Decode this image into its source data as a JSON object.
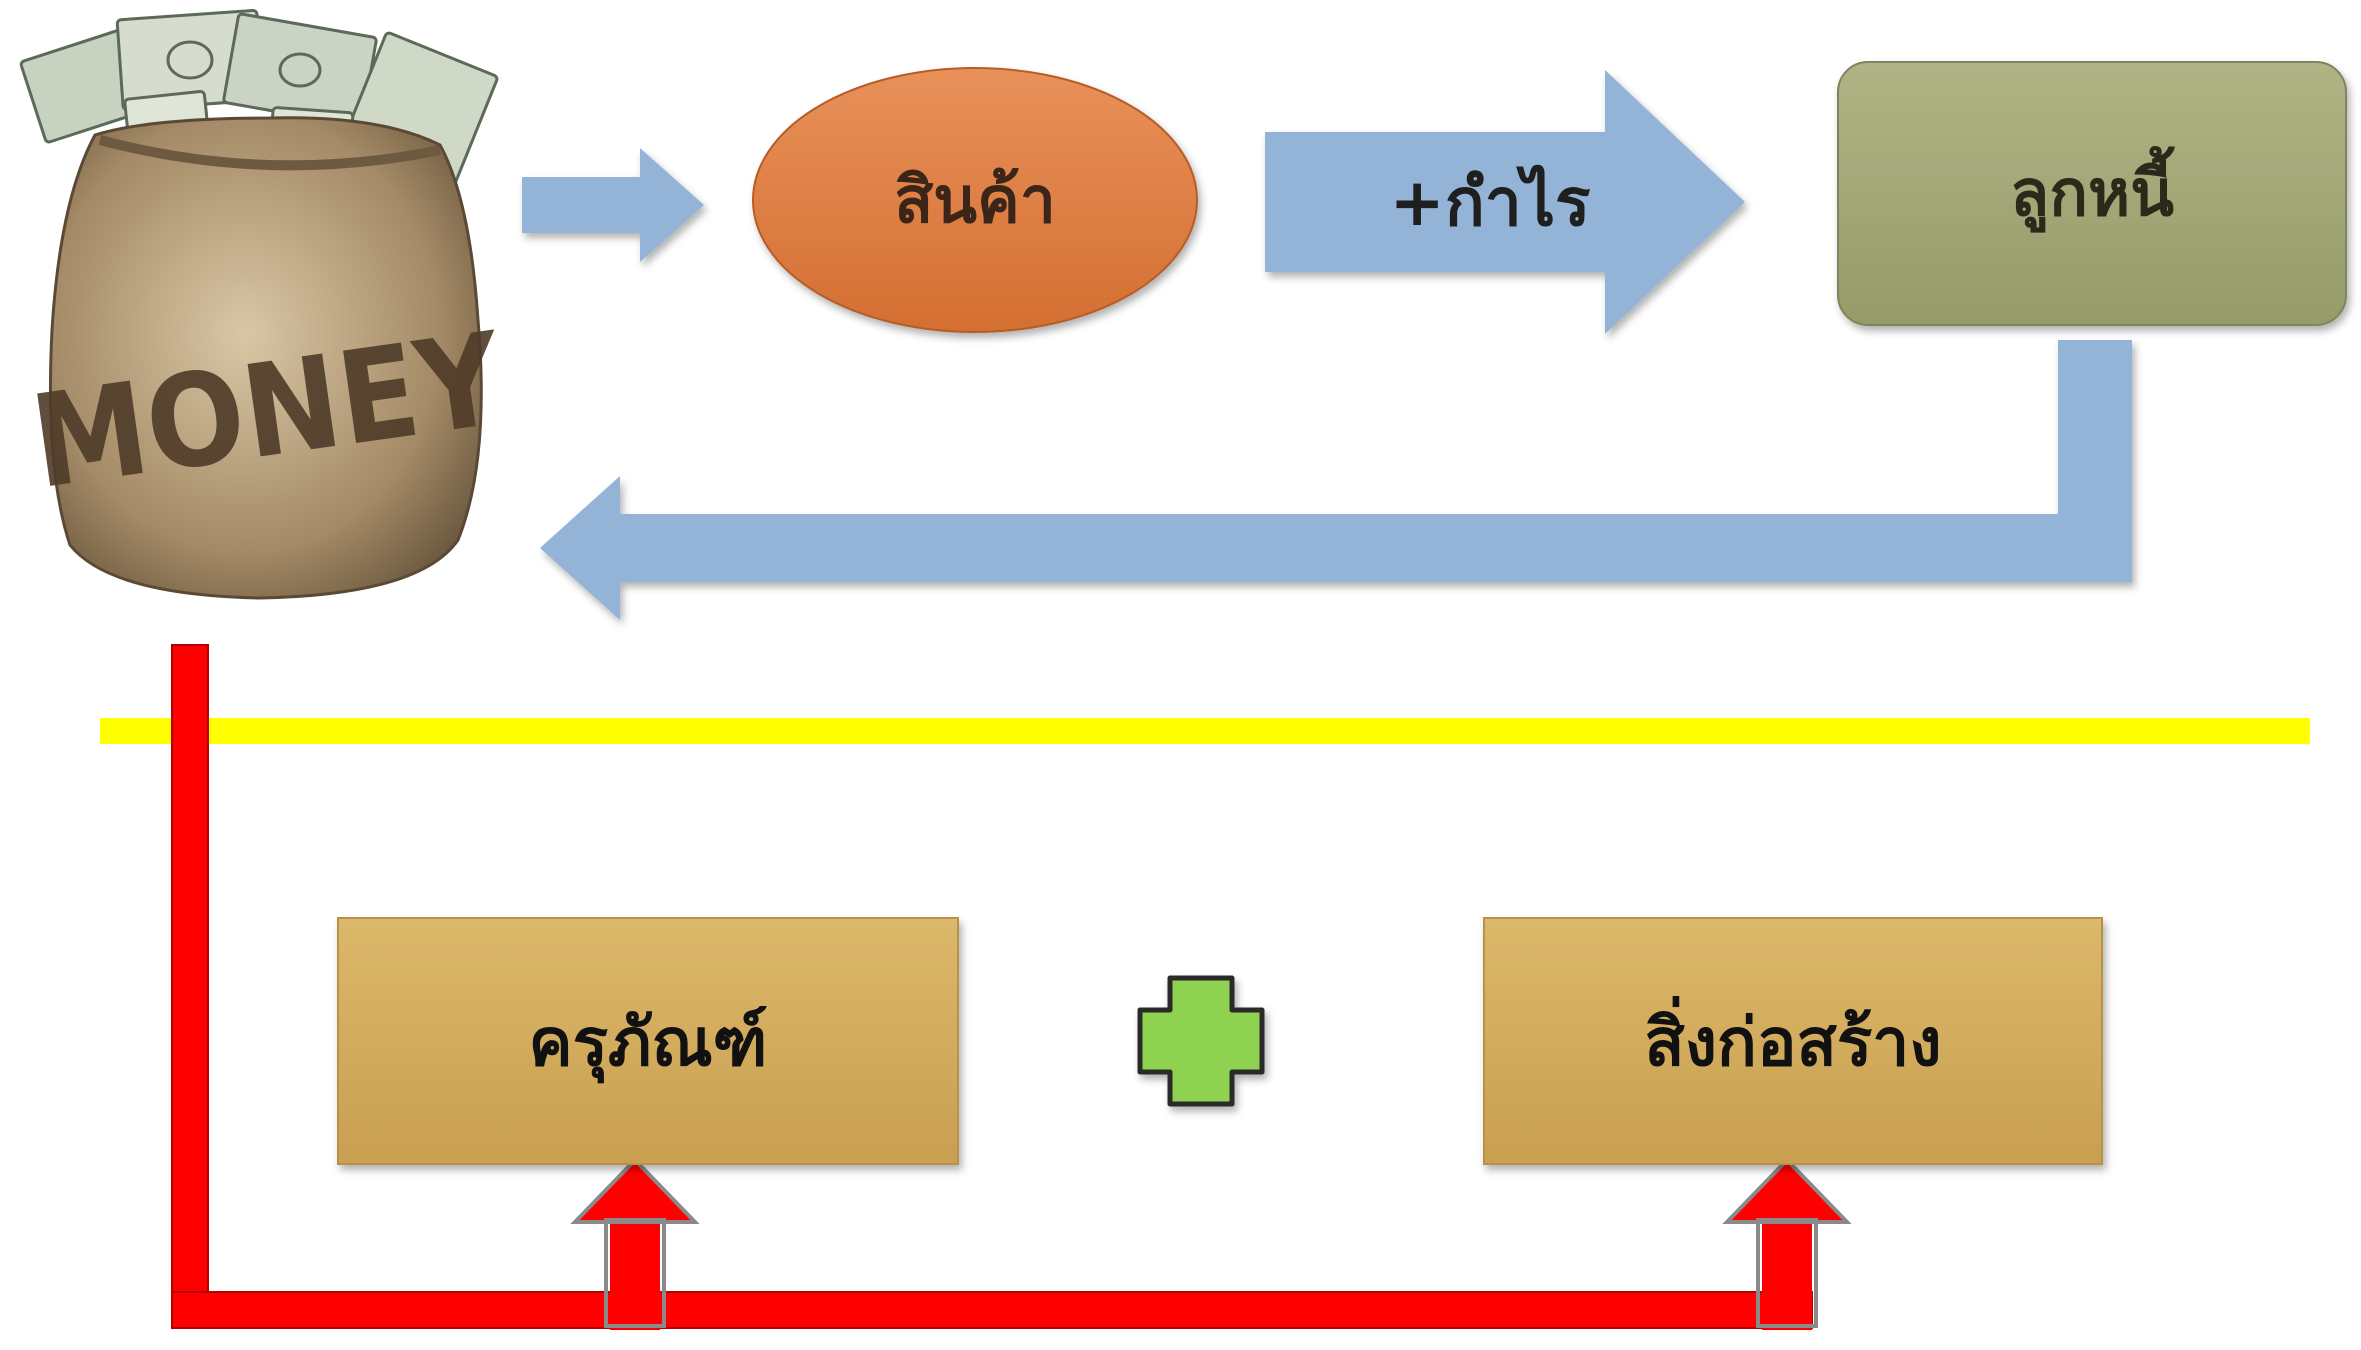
{
  "money_bag": {
    "label": "MONEY"
  },
  "nodes": {
    "goods": "สินค้า",
    "profit": "+กำไร",
    "debtor": "ลูกหนี้",
    "equipment": "ครุภัณฑ์",
    "buildings": "สิ่งก่อสร้าง"
  },
  "colors": {
    "flow_arrow": "#93b3d7",
    "goods_fill": "#dd7b3f",
    "debtor_fill": "#a3a877",
    "asset_fill": "#d4ac5e",
    "divider": "#ffff00",
    "invest_arrow": "#ff0000",
    "plus_fill": "#8fd24f"
  }
}
